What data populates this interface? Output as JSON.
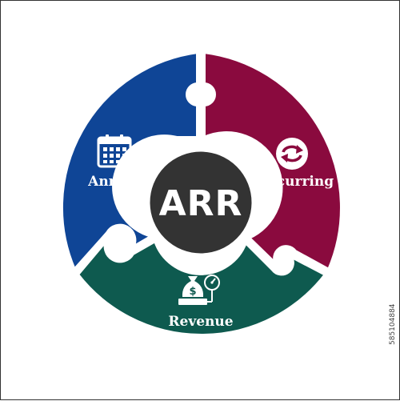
{
  "center": {
    "label": "ARR",
    "color": "#333333"
  },
  "segments": [
    {
      "id": "annual",
      "label": "Annual",
      "color": "#0f4596",
      "icon": "calendar-icon"
    },
    {
      "id": "recurring",
      "label": "Recurring",
      "color": "#8a0a3e",
      "icon": "recurring-arrows-icon"
    },
    {
      "id": "revenue",
      "label": "Revenue",
      "color": "#0e5a4f",
      "icon": "money-bag-scale-icon"
    }
  ],
  "watermark": {
    "id_text": "585104884"
  }
}
